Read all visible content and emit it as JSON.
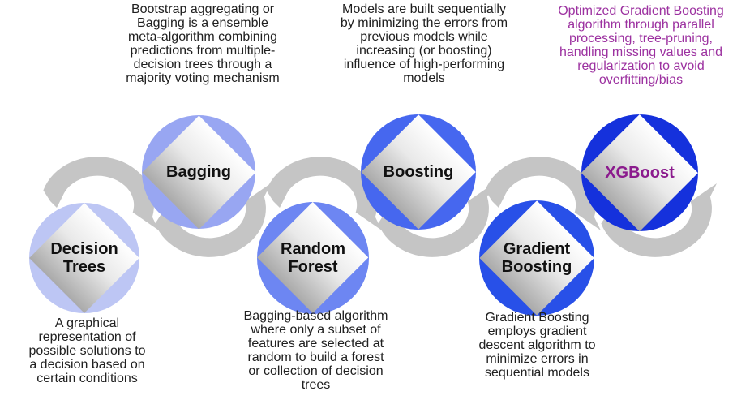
{
  "palette": {
    "arrow_gray": "#c5c5c5",
    "text_dark": "#202020",
    "purple": "#9c31a0"
  },
  "nodes": [
    {
      "label": "Decision Trees",
      "circle_color": "#bdc6f4",
      "label_color": "#111111"
    },
    {
      "label": "Bagging",
      "circle_color": "#98a6f2",
      "label_color": "#111111"
    },
    {
      "label": "Random Forest",
      "circle_color": "#6d86f2",
      "label_color": "#111111"
    },
    {
      "label": "Boosting",
      "circle_color": "#4667ef",
      "label_color": "#111111"
    },
    {
      "label": "Gradient Boosting",
      "circle_color": "#2850e8",
      "label_color": "#111111"
    },
    {
      "label": "XGBoost",
      "circle_color": "#1531dc",
      "label_color": "#8b1b8d"
    }
  ],
  "descriptions": [
    {
      "about": "Bagging",
      "color": "#202020",
      "lines": [
        "Bootstrap aggregating or",
        "Bagging is a ensemble",
        "meta-algorithm combining",
        "predictions from multiple-",
        "decision trees through a",
        "majority voting mechanism"
      ]
    },
    {
      "about": "Boosting",
      "color": "#202020",
      "lines": [
        "Models are built sequentially",
        "by minimizing the errors from",
        "previous models while",
        "increasing (or boosting)",
        "influence of high-performing",
        "models"
      ]
    },
    {
      "about": "XGBoost",
      "color": "#9c31a0",
      "lines": [
        "Optimized Gradient Boosting",
        "algorithm through parallel",
        "processing, tree-pruning,",
        "handling missing values and",
        "regularization to avoid",
        "overfitting/bias"
      ]
    },
    {
      "about": "Decision Trees",
      "color": "#202020",
      "lines": [
        "A graphical",
        "representation of",
        "possible solutions to",
        "a decision based on",
        "certain conditions"
      ]
    },
    {
      "about": "Random Forest",
      "color": "#202020",
      "lines": [
        "Bagging-based algorithm",
        "where only a subset of",
        "features are selected at",
        "random to build a forest",
        "or collection of decision",
        "trees"
      ]
    },
    {
      "about": "Gradient Boosting",
      "color": "#202020",
      "lines": [
        "Gradient Boosting",
        "employs gradient",
        "descent algorithm to",
        "minimize errors in",
        "sequential models"
      ]
    }
  ]
}
